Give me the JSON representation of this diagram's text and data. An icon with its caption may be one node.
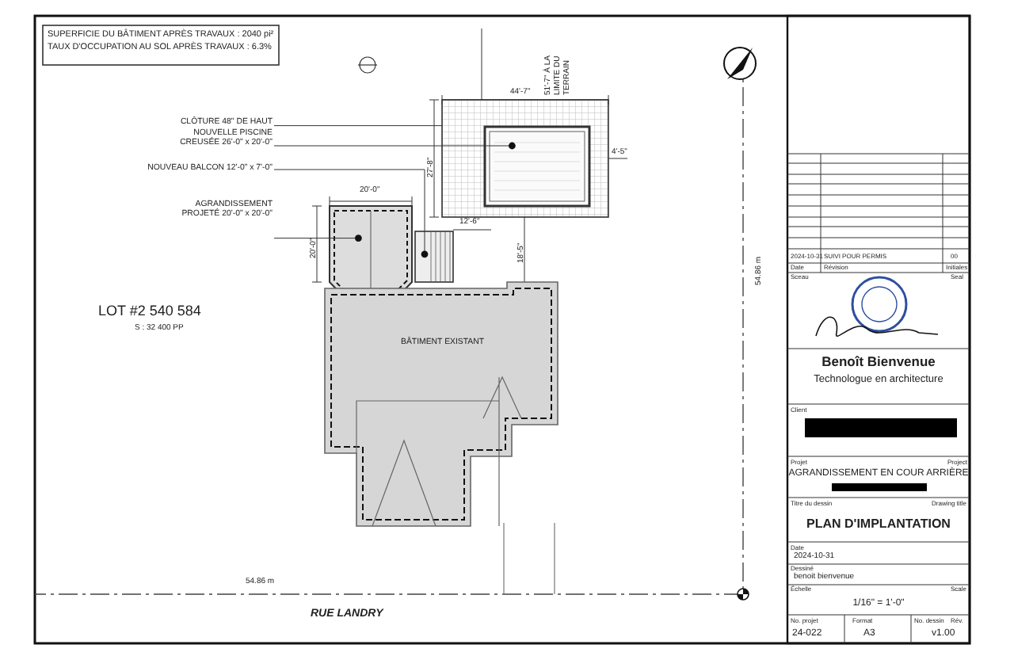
{
  "diagram": {
    "nodes": [
      {
        "text": [
          "CLÔTURE 48\" DE HAUT"
        ]
      },
      {
        "text": [
          "NOUVELLE PISCINE CREUSÉE 26'-0\" x 20'-0\""
        ]
      },
      {
        "text": [
          "NOUVEAU BALCON 12'-0\" x 7'-0\""
        ]
      },
      {
        "text": [
          "AGRANDISSEMENT PROJETÉ 20'-0\" x 20'-0\""
        ]
      },
      {
        "text": [],
        "shape": "box"
      },
      {
        "text": [],
        "shape": "box",
        "in": 4
      },
      {
        "text": [],
        "shape": "box"
      },
      {
        "text": [],
        "shape": "box"
      },
      {
        "text": [
          "BÂTIMENT EXISTANT"
        ]
      }
    ],
    "edges": [
      {
        "from": 0,
        "to": 4,
        "arrow": "none"
      },
      {
        "from": 1,
        "to": 5,
        "arrow": "other"
      },
      {
        "from": 2,
        "to": 7,
        "arrow": "other"
      },
      {
        "from": 3,
        "to": 6,
        "arrow": "other"
      }
    ],
    "labels": [
      "SUPERFICIE DU BÂTIMENT APRÈS TRAVAUX : 2040 pi²",
      "TAUX D'OCCUPATION AU SOL APRÈS TRAVAUX : 6.3%",
      "51'-7\" À LA LIMITE DU TERRAIN",
      "44'-7\"",
      "27'-8\"",
      "20'-0\"",
      "4'-5\"",
      "12'-6\"",
      "20'-0\"",
      "18'-5\"",
      "54.86 m",
      "LOT #2 540 584",
      "S : 32 400 PP",
      "54.86 m",
      "RUE LANDRY",
      "2024-10-31",
      "SUIVI POUR PERMIS",
      "00",
      "Date",
      "Révision",
      "Initiales",
      "Sceau",
      "Seal",
      "Benoît Bienvenue",
      "Technologue en architecture",
      "Client",
      "Projet",
      "Project",
      "AGRANDISSEMENT EN COUR ARRIÈRE",
      "Titre du dessin",
      "Drawing title",
      "PLAN D'IMPLANTATION",
      "Date",
      "2024-10-31",
      "Dessiné",
      "benoit bienvenue",
      "Échelle",
      "Scale",
      "1/16\" = 1'-0\"",
      "No. projet",
      "Format",
      "No. dessin",
      "Rév.",
      "24-022",
      "A3",
      "v1.00"
    ]
  }
}
